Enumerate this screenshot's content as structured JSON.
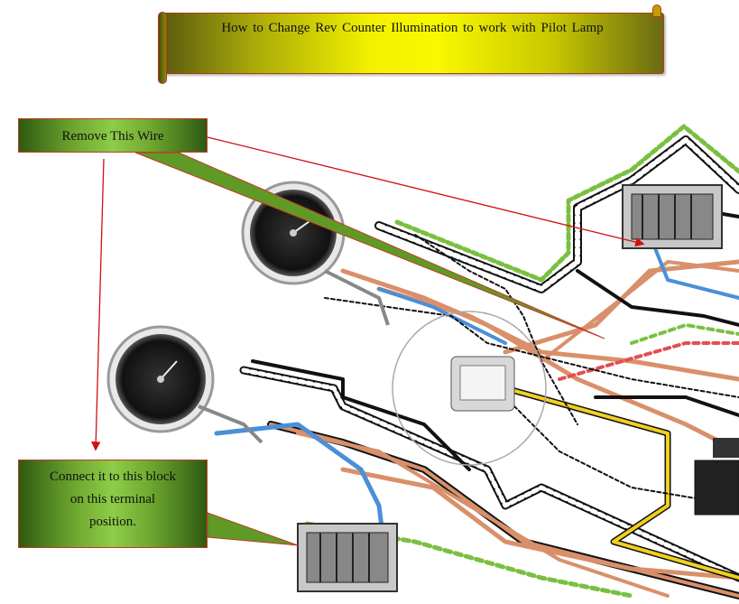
{
  "banner": {
    "title": "How to Change Rev Counter Illumination to work with Pilot Lamp"
  },
  "callouts": {
    "remove": "Remove This Wire",
    "connect_line1": "Connect it to this block",
    "connect_line2": "on this terminal",
    "connect_line3": "position."
  },
  "colors": {
    "banner_yellow": "#f2f200",
    "callout_green": "#8dcc48",
    "arrow_red": "#d01010",
    "wire_orange": "#d9906a",
    "wire_blue": "#4a8fd8",
    "wire_yellow": "#f0d020",
    "wire_green": "#7ac040",
    "wire_black": "#111111"
  },
  "icons": [
    "speedometer-gauge",
    "rev-counter-gauge",
    "terminal-block"
  ]
}
